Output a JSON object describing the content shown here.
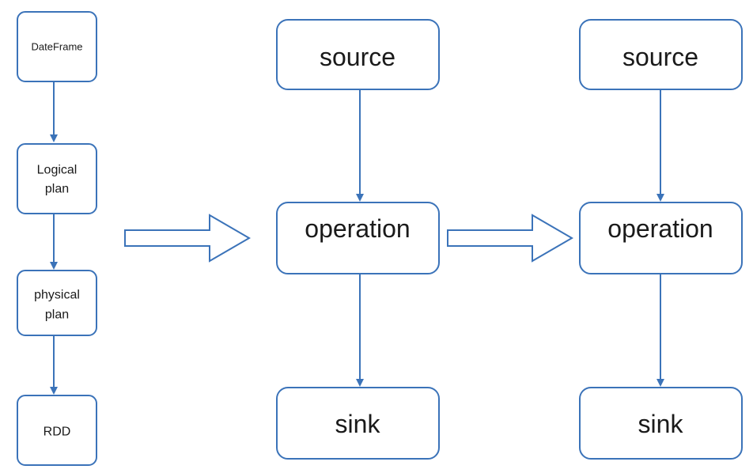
{
  "left_pipeline": {
    "dateframe": "DateFrame",
    "logical_line1": "Logical",
    "logical_line2": "plan",
    "physical_line1": "physical",
    "physical_line2": "plan",
    "rdd": "RDD"
  },
  "middle_pipeline": {
    "source": "source",
    "operation": "operation",
    "sink": "sink"
  },
  "right_pipeline": {
    "source": "source",
    "operation": "operation",
    "sink": "sink"
  },
  "colors": {
    "stroke": "#3b73b9",
    "text": "#1a1a1a"
  }
}
